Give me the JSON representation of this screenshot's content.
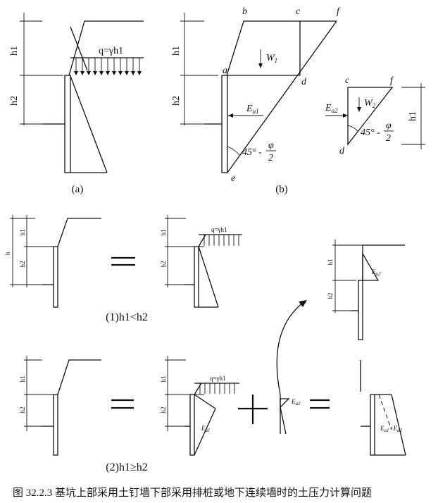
{
  "labels": {
    "h1": "h1",
    "h2": "h2",
    "h": "h",
    "q_top": "q=γh1",
    "q_small": "q=γh1",
    "pt_a": "a",
    "pt_b": "b",
    "pt_c": "c",
    "pt_d": "d",
    "pt_e": "e",
    "pt_f": "f",
    "pt_c2": "c",
    "pt_f2": "f",
    "pt_d2": "d",
    "W1": "W",
    "W1_sub": "1",
    "W2": "W",
    "W2_sub": "2",
    "Ea1": "E",
    "Ea1_sub": "a1",
    "Ea2": "E",
    "Ea2_sub": "a2",
    "angle": "45° -",
    "phi": "φ",
    "two": "2",
    "Ea2_small": "E",
    "Ea2_small_sub": "a2",
    "Ea1_small": "E",
    "Ea1_small_sub": "a1",
    "Esum": "E",
    "Esum_sub1": "a1",
    "Esum_plus": "+E",
    "Esum_sub2": "a2"
  },
  "captions": {
    "a": "(a)",
    "b": "(b)",
    "case1": "(1)h1<h2",
    "case2": "(2)h1≥h2",
    "figure": "图 32.2.3   基坑上部采用土钉墙下部采用排桩或地下连续墙时的土压力计算问题"
  },
  "operators": {
    "equals": "=",
    "plus": "+"
  }
}
